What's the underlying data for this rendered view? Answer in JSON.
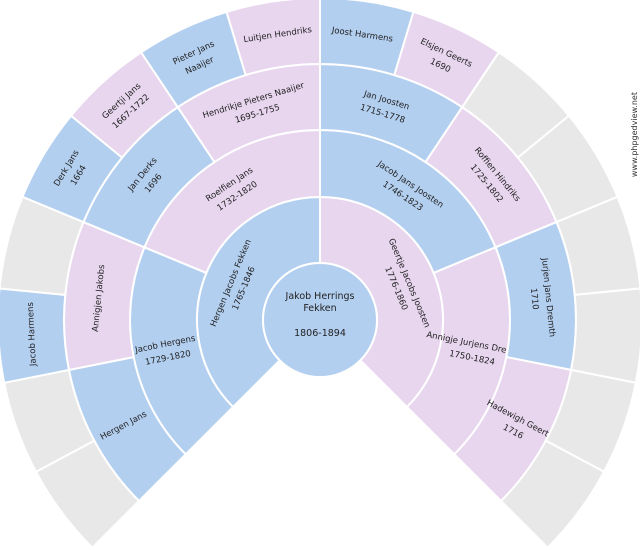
{
  "watermark": "www.phpgedview.net",
  "colors": {
    "male": "#b3cff0",
    "female": "#e8d6ef",
    "empty": "#e8e8e8"
  },
  "root": {
    "name": "Jakob Herrings Fekken",
    "name_lines": [
      "Jakob Herrings",
      "Fekken"
    ],
    "dates": "1806-1894",
    "sex": "M"
  },
  "ancestors": [
    {
      "gen": 1,
      "index": 0,
      "sex": "M",
      "lines": [
        "Hergen Jacobs Fekken",
        "1765-1846"
      ]
    },
    {
      "gen": 1,
      "index": 1,
      "sex": "F",
      "lines": [
        "Geertje Jacobs Joosten",
        "1776-1860"
      ]
    },
    {
      "gen": 2,
      "index": 0,
      "sex": "M",
      "lines": [
        "Jacob Hergens",
        "1729-1820"
      ]
    },
    {
      "gen": 2,
      "index": 1,
      "sex": "F",
      "lines": [
        "Roelfien Jans",
        "1732-1820"
      ]
    },
    {
      "gen": 2,
      "index": 2,
      "sex": "M",
      "lines": [
        "Jacob Jans Joosten",
        "1746-1823"
      ]
    },
    {
      "gen": 2,
      "index": 3,
      "sex": "F",
      "lines": [
        "Annigje Jurjens Dremth",
        "1750-1824"
      ]
    },
    {
      "gen": 3,
      "index": 0,
      "sex": "M",
      "lines": [
        "Hergen Jans"
      ]
    },
    {
      "gen": 3,
      "index": 1,
      "sex": "F",
      "lines": [
        "Annigjen Jakobs"
      ]
    },
    {
      "gen": 3,
      "index": 2,
      "sex": "M",
      "lines": [
        "Jan Derks",
        "1696"
      ]
    },
    {
      "gen": 3,
      "index": 3,
      "sex": "F",
      "lines": [
        "Hendrikje Pieters Naaijer",
        "1695-1755"
      ]
    },
    {
      "gen": 3,
      "index": 4,
      "sex": "M",
      "lines": [
        "Jan Joosten",
        "1715-1778"
      ]
    },
    {
      "gen": 3,
      "index": 5,
      "sex": "F",
      "lines": [
        "Roffien Hindriks",
        "1725-1802"
      ]
    },
    {
      "gen": 3,
      "index": 6,
      "sex": "M",
      "lines": [
        "Jurjen Jans Dremth",
        "1710"
      ]
    },
    {
      "gen": 3,
      "index": 7,
      "sex": "F",
      "lines": [
        "Hadewigh Geerts",
        "1716"
      ]
    },
    {
      "gen": 4,
      "index": 0,
      "sex": "",
      "lines": []
    },
    {
      "gen": 4,
      "index": 1,
      "sex": "",
      "lines": []
    },
    {
      "gen": 4,
      "index": 2,
      "sex": "M",
      "lines": [
        "Jacob Harmens"
      ]
    },
    {
      "gen": 4,
      "index": 3,
      "sex": "",
      "lines": []
    },
    {
      "gen": 4,
      "index": 4,
      "sex": "M",
      "lines": [
        "Derk Jans",
        "1664"
      ]
    },
    {
      "gen": 4,
      "index": 5,
      "sex": "F",
      "lines": [
        "Geertji Jans",
        "1667-1722"
      ]
    },
    {
      "gen": 4,
      "index": 6,
      "sex": "M",
      "lines": [
        "Pieter Jans",
        "Naaijer"
      ]
    },
    {
      "gen": 4,
      "index": 7,
      "sex": "F",
      "lines": [
        "Luitjen Hendriks"
      ]
    },
    {
      "gen": 4,
      "index": 8,
      "sex": "M",
      "lines": [
        "Joost Harmens"
      ]
    },
    {
      "gen": 4,
      "index": 9,
      "sex": "F",
      "lines": [
        "Elsjen Geerts",
        "1690"
      ]
    },
    {
      "gen": 4,
      "index": 10,
      "sex": "",
      "lines": []
    },
    {
      "gen": 4,
      "index": 11,
      "sex": "",
      "lines": []
    },
    {
      "gen": 4,
      "index": 12,
      "sex": "",
      "lines": []
    },
    {
      "gen": 4,
      "index": 13,
      "sex": "",
      "lines": []
    },
    {
      "gen": 4,
      "index": 14,
      "sex": "",
      "lines": []
    },
    {
      "gen": 4,
      "index": 15,
      "sex": "",
      "lines": []
    }
  ]
}
